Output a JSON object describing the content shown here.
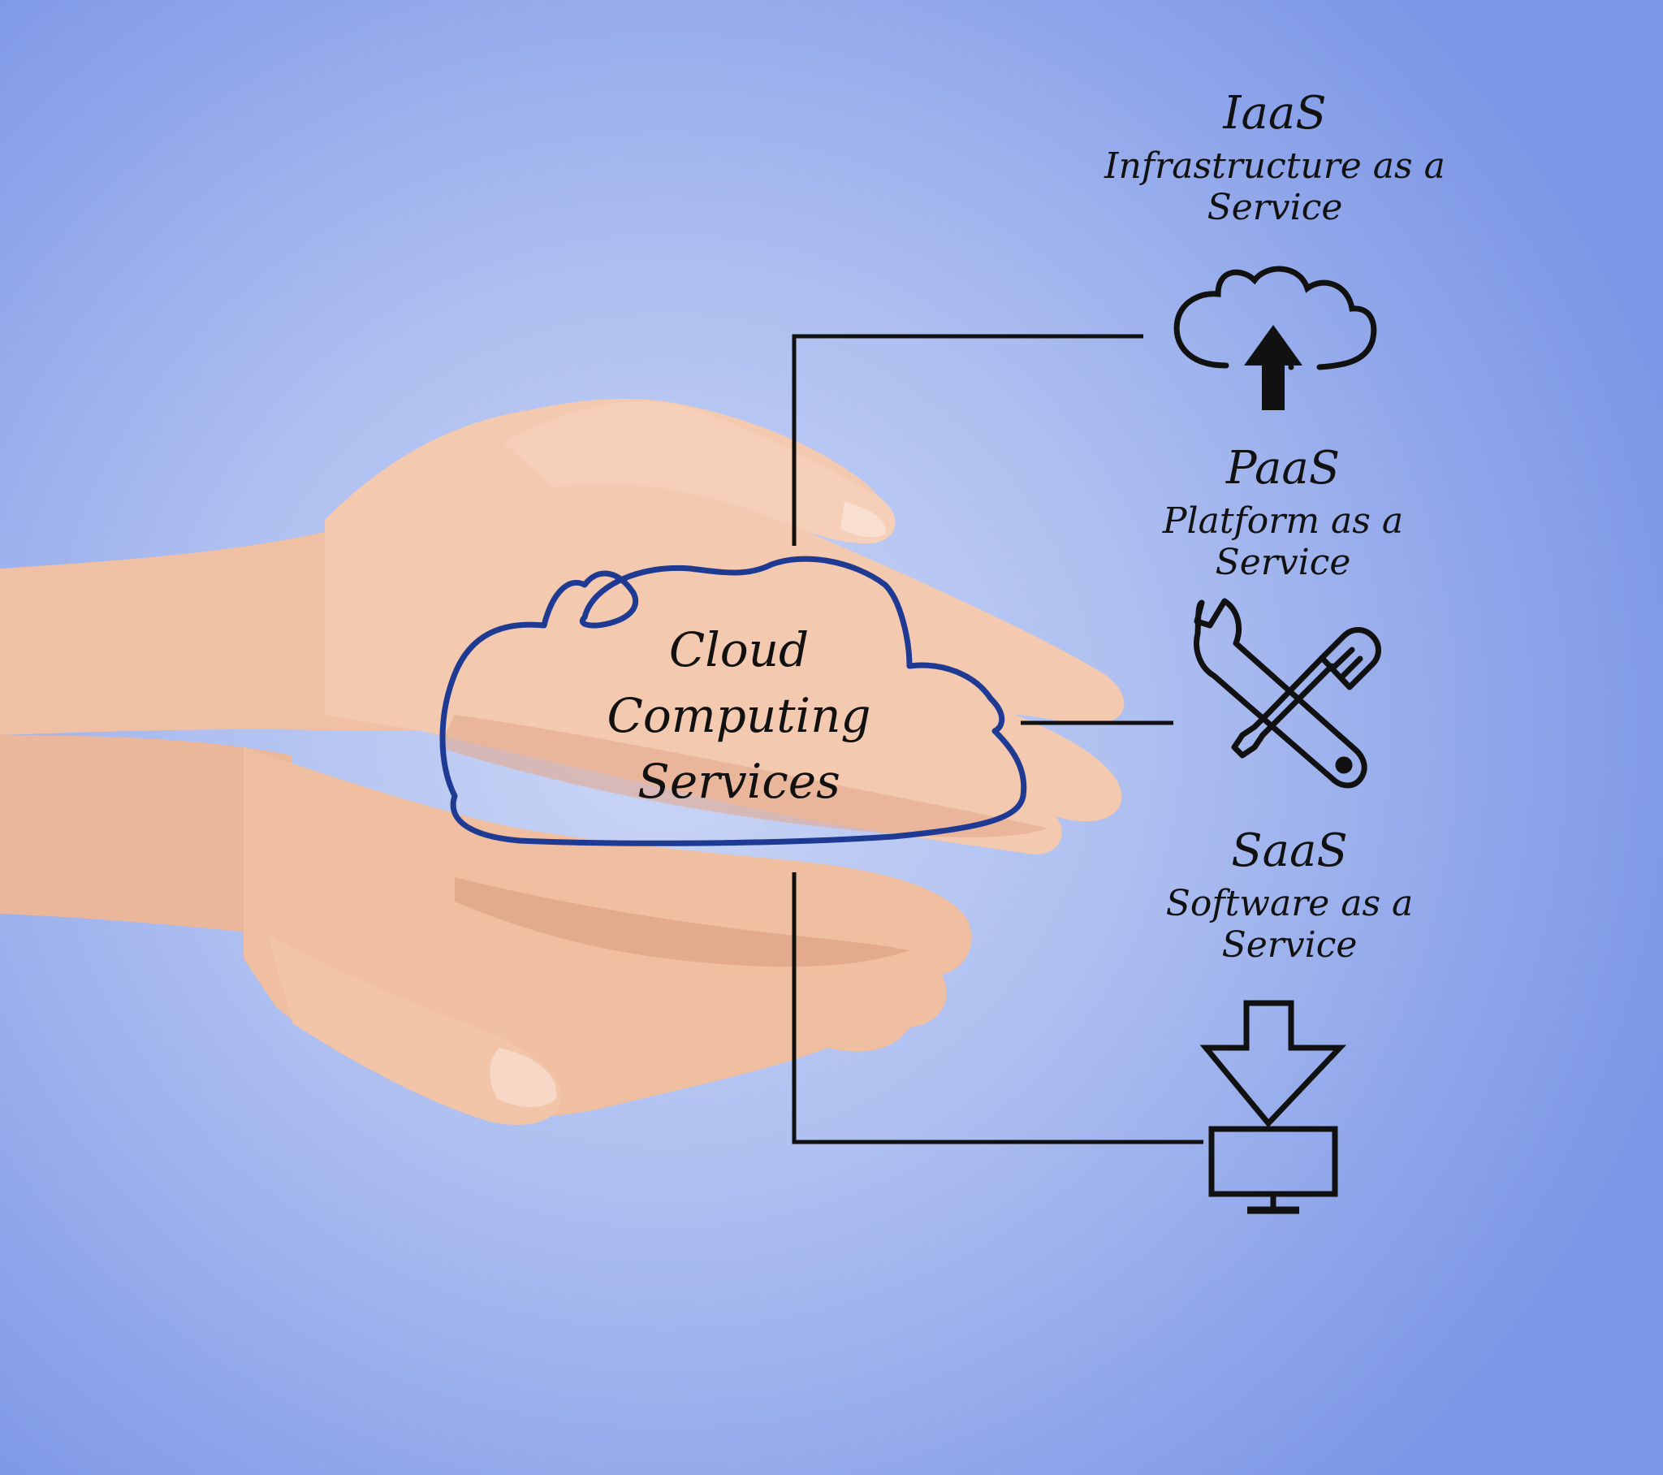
{
  "center": {
    "lines": [
      "Cloud",
      "Computing",
      "Services"
    ]
  },
  "services": [
    {
      "acronym": "IaaS",
      "full": "Infrastructure as a Service",
      "icon": "cloud-upload-icon"
    },
    {
      "acronym": "PaaS",
      "full": "Platform as a Service",
      "icon": "tools-icon"
    },
    {
      "acronym": "SaaS",
      "full": "Software as a Service",
      "icon": "download-to-monitor-icon"
    }
  ],
  "colors": {
    "cloud_outline": "#1f3a93",
    "line": "#111111",
    "skin": "#f1c3a8"
  }
}
